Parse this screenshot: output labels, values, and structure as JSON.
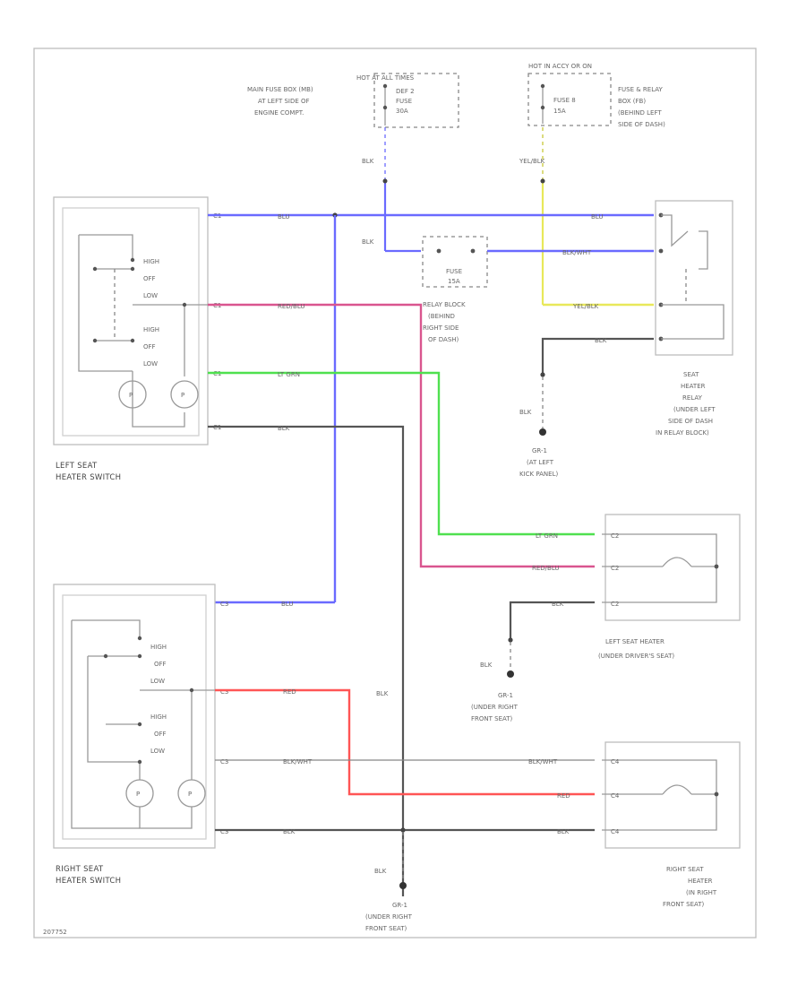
{
  "labels": {
    "hot_at_all_times": "HOT AT ALL TIMES",
    "hot_in_accy_on": "HOT IN ACCY OR ON",
    "main_fuse_box": [
      "MAIN FUSE BOX (MB)",
      "AT LEFT SIDE OF",
      "ENGINE COMPT."
    ],
    "fuse_relay_box": [
      "FUSE & RELAY",
      "BOX (FB)",
      "(BEHIND LEFT",
      "SIDE OF DASH)"
    ],
    "fuse_f1": [
      "DEF 2",
      "FUSE",
      "30A"
    ],
    "fuse_f2": [
      "FUSE 8",
      "15A"
    ],
    "relay_block_fuse": [
      "FUSE",
      "15A"
    ],
    "relay_block": [
      "RELAY BLOCK",
      "(BEHIND",
      "RIGHT SIDE",
      "OF DASH)"
    ],
    "seat_heater_relay": [
      "SEAT",
      "HEATER",
      "RELAY",
      "(UNDER LEFT",
      "SIDE OF DASH",
      "IN RELAY BLOCK)"
    ],
    "g_left_kick": [
      "GR-1",
      "(AT LEFT",
      "KICK PANEL)"
    ],
    "left_switch": [
      "LEFT SEAT",
      "HEATER SWITCH"
    ],
    "right_switch": [
      "RIGHT SEAT",
      "HEATER SWITCH"
    ],
    "left_heater": [
      "LEFT SEAT HEATER",
      "(UNDER DRIVER'S SEAT)"
    ],
    "right_heater": [
      "RIGHT SEAT",
      "HEATER",
      "(IN RIGHT",
      "FRONT SEAT)"
    ],
    "g_under_right_1": [
      "GR-1",
      "(UNDER RIGHT",
      "FRONT SEAT)"
    ],
    "g_under_right_2": [
      "GR-1",
      "(UNDER RIGHT",
      "FRONT SEAT)"
    ],
    "switch_positions": [
      "HIGH",
      "OFF",
      "LOW"
    ],
    "footer_code": "207752"
  },
  "wires": {
    "blu": "BLU",
    "blk": "BLK",
    "blk_wht": "BLK/WHT",
    "yel_blk": "YEL/BLK",
    "red_blu": "RED/BLU",
    "lt_grn": "LT GRN",
    "red": "RED"
  },
  "connectors": {
    "c_a": "C1",
    "c_b": "C2",
    "c_c": "C3",
    "c_d": "C4"
  },
  "colors": {
    "blue": "#6a6aff",
    "pink": "#d9558f",
    "green": "#4fe04f",
    "yellow": "#e8e85a",
    "red": "#ff5555",
    "black": "#555555"
  }
}
